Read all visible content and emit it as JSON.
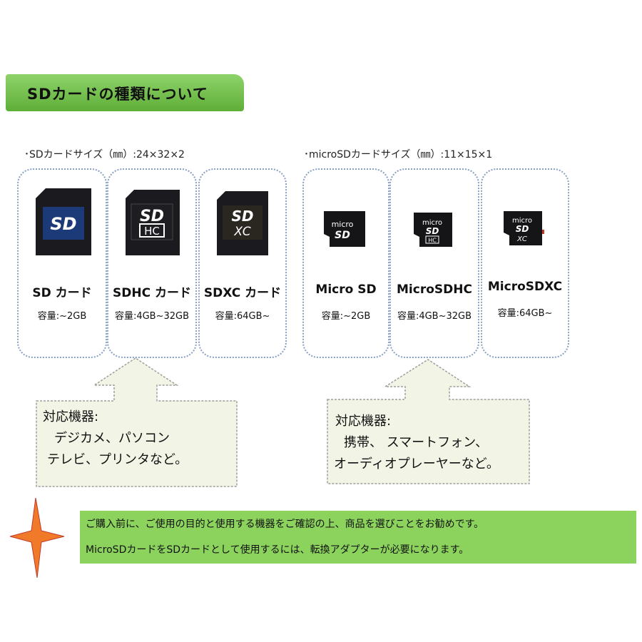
{
  "header": {
    "title": "SDカードの種類について"
  },
  "groups": [
    {
      "label": "･SDカードサイズ（㎜）:24×32×2"
    },
    {
      "label": "･microSDカードサイズ（㎜）:11×15×1"
    }
  ],
  "cards": [
    {
      "name": "SD カード",
      "capacity": "容量:~2GB",
      "logo_top": "SD",
      "logo_sub": ""
    },
    {
      "name": "SDHC カード",
      "capacity": "容量:4GB~32GB",
      "logo_top": "SD",
      "logo_sub": "HC"
    },
    {
      "name": "SDXC カード",
      "capacity": "容量:64GB~",
      "logo_top": "SD",
      "logo_sub": "XC"
    },
    {
      "name": "Micro SD",
      "capacity": "容量:~2GB",
      "logo_top": "micro",
      "logo_mid": "SD",
      "logo_sub": ""
    },
    {
      "name": "MicroSDHC",
      "capacity": "容量:4GB~32GB",
      "logo_top": "micro",
      "logo_mid": "SD",
      "logo_sub": "HC"
    },
    {
      "name": "MicroSDXC",
      "capacity": "容量:64GB~",
      "logo_top": "micro",
      "logo_mid": "SD",
      "logo_sub": "XC"
    }
  ],
  "callouts": [
    {
      "heading": "対応機器:",
      "lines": [
        "デジカメ、パソコン",
        "テレビ、プリンタなど。"
      ]
    },
    {
      "heading": "対応機器:",
      "lines": [
        "携帯、 スマートフォン、",
        "オーディオプレーヤーなど。"
      ]
    }
  ],
  "notice": {
    "line1": "ご購入前に、ご使用の目的と使用する機器をご確認の上、商品を選びことをお勧めです。",
    "line2": "MicroSDカードをSDカードとして使用するには、転換アダプターが必要になります。"
  },
  "colors": {
    "banner": "#6cbf45",
    "notice": "#8cd35e",
    "callout_fill": "#f2f4e6",
    "card_border": "#8aa0c4",
    "star": "#f07a2a"
  }
}
